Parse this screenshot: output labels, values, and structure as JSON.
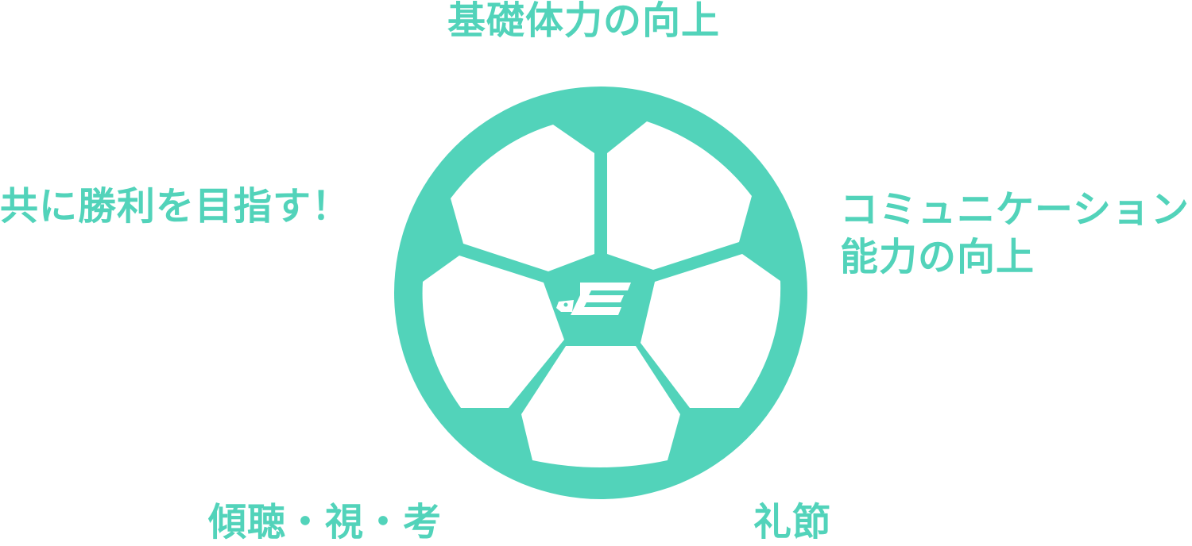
{
  "colors": {
    "accent": "#52d3ba",
    "background": "#ffffff"
  },
  "labels": {
    "top": "基礎体力の向上",
    "left": "共に勝利を目指す！",
    "right_line1": "コミュニケーション",
    "right_line2": "能力の向上",
    "bottom_left": "傾聴・視・考",
    "bottom_right": "礼節"
  },
  "center": {
    "logo_icon": "e-logo-icon"
  }
}
